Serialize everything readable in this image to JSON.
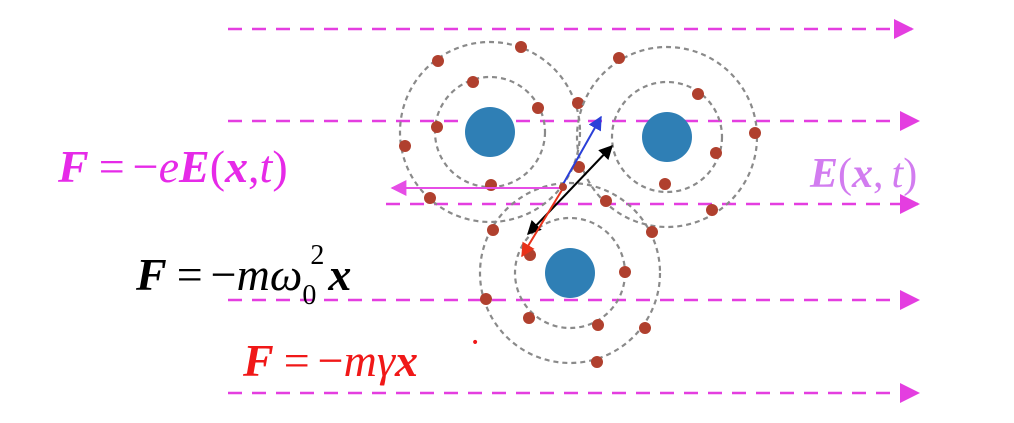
{
  "colors": {
    "field_line": "#e43ee0",
    "nucleus": "#2f7fb5",
    "electron": "#b0402e",
    "orbit": "#8a8a8a",
    "force_field_eq": "#e62ae8",
    "field_label": "#d27cf0",
    "force_spring_eq": "#000000",
    "force_damping_eq": "#f01818",
    "vector_blue": "#2a3fd8",
    "vector_black": "#000000",
    "vector_red": "#e8321a",
    "vector_magenta": "#e64de6"
  },
  "equations": {
    "field_force": {
      "F": "F",
      "equals": "=",
      "minus": "−",
      "e": "e",
      "E": "E",
      "open": "(",
      "x": "x",
      "comma": ",",
      "t": "t",
      "close": ")"
    },
    "spring_force": {
      "F": "F",
      "equals": "=",
      "minus": "−",
      "m": "m",
      "omega": "ω",
      "sub": "0",
      "sup": "2",
      "x": "x"
    },
    "damping_force": {
      "F": "F",
      "equals": "=",
      "minus": "−",
      "m": "m",
      "gamma": "γ",
      "x": "x",
      "dot": "•"
    },
    "field_label": {
      "E": "E",
      "open": "(",
      "x": "x",
      "comma": ",",
      "t": "t",
      "close": ")"
    }
  }
}
